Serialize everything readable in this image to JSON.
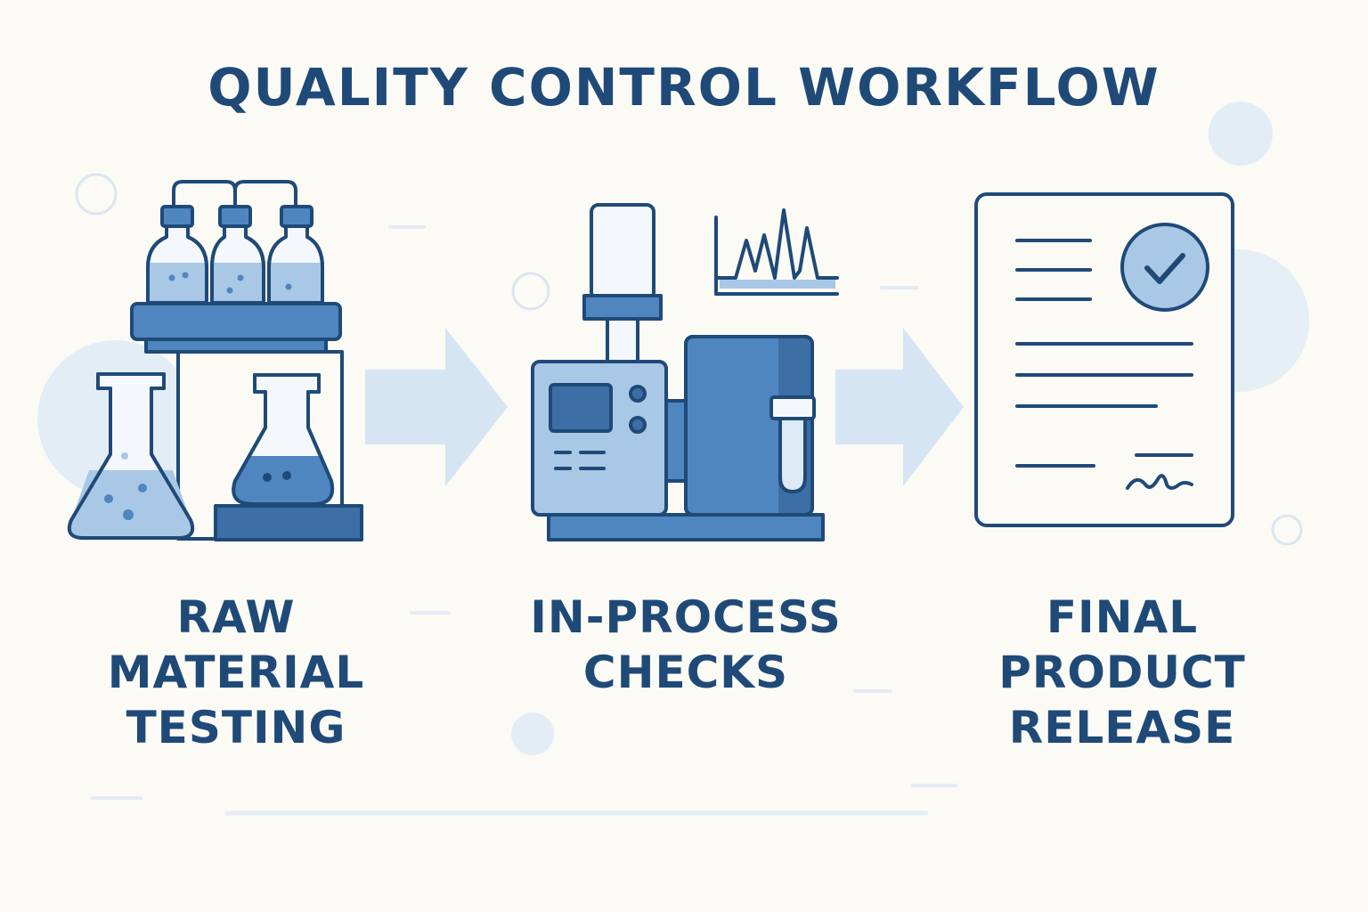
{
  "title": "QUALITY CONTROL WORKFLOW",
  "steps": [
    {
      "id": "raw-material-testing",
      "lines": [
        "RAW",
        "MATERIAL",
        "TESTING"
      ],
      "icon": "lab-bottles-and-flasks-icon"
    },
    {
      "id": "in-process-checks",
      "lines": [
        "IN-PROCESS",
        "CHECKS"
      ],
      "icon": "analyzer-machine-with-chromatogram-icon"
    },
    {
      "id": "final-product-release",
      "lines": [
        "FINAL",
        "PRODUCT",
        "RELEASE"
      ],
      "icon": "certificate-document-with-checkmark-icon"
    }
  ],
  "colors": {
    "background": "#fbfaf5",
    "primary": "#1f4a78",
    "mid": "#4f86bf",
    "light": "#a9c8e6",
    "pale": "#dde9f4"
  }
}
